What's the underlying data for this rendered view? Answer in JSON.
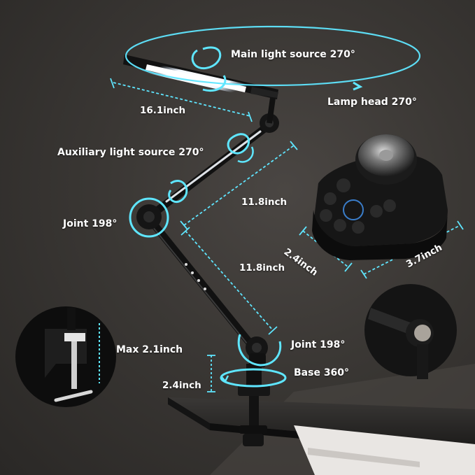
{
  "labels": {
    "main_light_source": "Main light source 270°",
    "lamp_head": "Lamp head 270°",
    "head_length": "16.1inch",
    "auxiliary_light_source": "Auxiliary light source 270°",
    "upper_arm_length": "11.8inch",
    "joint_upper": "Joint 198°",
    "lower_arm_length": "11.8inch",
    "joint_lower": "Joint 198°",
    "clamp_max": "Max 2.1inch",
    "base_height": "2.4inch",
    "base_rotation": "Base 360°",
    "remote_width": "2.4inch",
    "remote_length": "3.7inch"
  },
  "colors": {
    "accent": "#5fe6ff",
    "text": "#ffffff",
    "background": "#3a3734"
  },
  "icons": [
    "rotation-arrow-icon",
    "dimension-arrow-icon"
  ]
}
